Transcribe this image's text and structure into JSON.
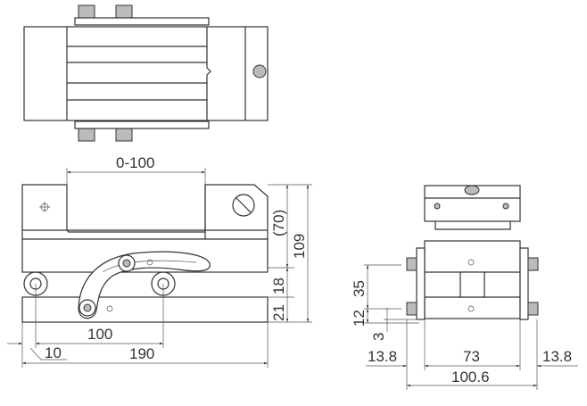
{
  "title": "Sine vise technical drawing",
  "dimensions": {
    "front": {
      "stroke": "0-100",
      "height_upper": "(70)",
      "height_total": "109",
      "height_mid": "18",
      "height_base": "21",
      "pivot_distance": "100",
      "offset": "10",
      "length": "190"
    },
    "side": {
      "d35": "35",
      "d12": "12",
      "d3": "3",
      "left_knob": "13.8",
      "body_width": "73",
      "right_knob": "13.8",
      "total_width": "100.6"
    }
  }
}
